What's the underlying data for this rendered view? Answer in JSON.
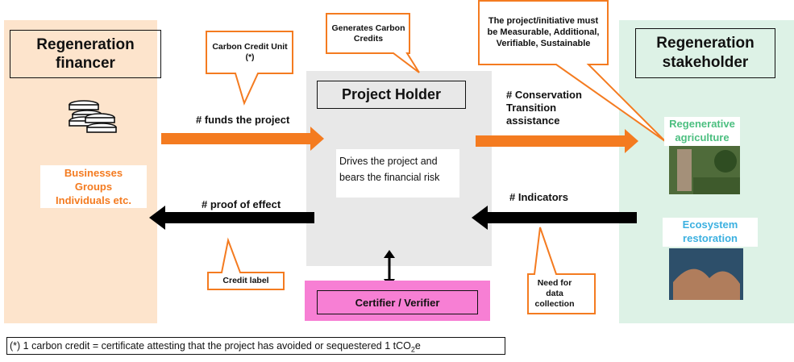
{
  "financer": {
    "title": "Regeneration financer",
    "members": [
      "Businesses",
      "Groups",
      "Individuals etc."
    ],
    "icon": "coins-icon"
  },
  "project_holder": {
    "title": "Project Holder",
    "description": "Drives the project and bears the financial risk"
  },
  "certifier": {
    "label": "Certifier / Verifier"
  },
  "stakeholder": {
    "title": "Regeneration stakeholder",
    "items": [
      "Regenerative agriculture",
      "Ecosystem restoration"
    ]
  },
  "flows": {
    "funds": "# funds the project",
    "proof": "# proof of effect",
    "conservation": [
      "# Conservation",
      "Transition",
      "assistance"
    ],
    "indicators": "# Indicators"
  },
  "callouts": {
    "carbon_unit": "Carbon Credit Unit (*)",
    "generates": "Generates Carbon Credits",
    "requirements": "The project/initiative must be Measurable, Additional, Verifiable, Sustainable",
    "credit_label": "Credit label",
    "data_collection": "Need for data collection"
  },
  "footnote": {
    "prefix": "(*) 1 carbon credit = certificate attesting that the project has avoided or sequestered 1 tCO",
    "sub": "2",
    "suffix": "e"
  },
  "colors": {
    "orange": "#f47b20",
    "peach": "#fde4cc",
    "green_bg": "#ddf2e6",
    "green_text": "#4cbf80",
    "blue_text": "#3bb0e0",
    "pink": "#f77fd4",
    "gray": "#e8e8e8"
  }
}
